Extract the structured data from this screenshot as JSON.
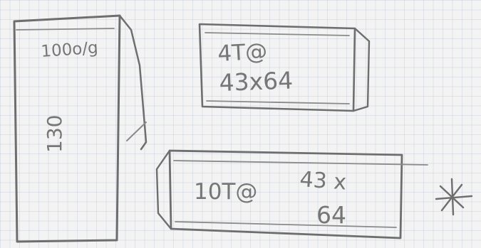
{
  "sketch": {
    "tall_box": {
      "top_label": "100o/g",
      "side_label": "130"
    },
    "small_box": {
      "line1": "4T@",
      "line2": "43x64"
    },
    "wide_box": {
      "left_label": "10T@",
      "right_top": "43 x",
      "right_bottom": "64"
    },
    "asterisk": "*"
  },
  "colors": {
    "paper": "#f3f3f3",
    "grid": "#a5b0c2",
    "pencil": "#6e6e6e"
  }
}
